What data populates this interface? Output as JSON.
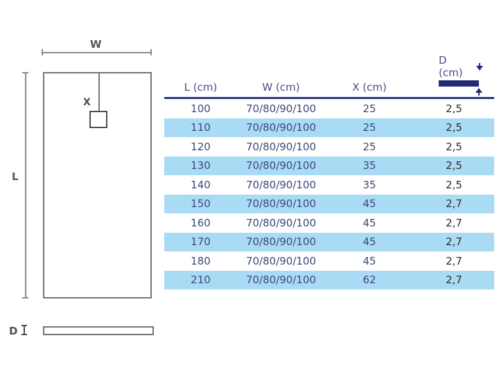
{
  "diagram": {
    "width_label": "W",
    "length_label": "L",
    "drain_offset_label": "X",
    "depth_label": "D"
  },
  "table": {
    "headers": {
      "l": "L (cm)",
      "w": "W (cm)",
      "x": "X (cm)",
      "d": "D (cm)"
    },
    "rows": [
      [
        "100",
        "70/80/90/100",
        "25",
        "2,5"
      ],
      [
        "110",
        "70/80/90/100",
        "25",
        "2,5"
      ],
      [
        "120",
        "70/80/90/100",
        "25",
        "2,5"
      ],
      [
        "130",
        "70/80/90/100",
        "35",
        "2,5"
      ],
      [
        "140",
        "70/80/90/100",
        "35",
        "2,5"
      ],
      [
        "150",
        "70/80/90/100",
        "45",
        "2,7"
      ],
      [
        "160",
        "70/80/90/100",
        "45",
        "2,7"
      ],
      [
        "170",
        "70/80/90/100",
        "45",
        "2,7"
      ],
      [
        "180",
        "70/80/90/100",
        "45",
        "2,7"
      ],
      [
        "210",
        "70/80/90/100",
        "62",
        "2,7"
      ]
    ],
    "colors": {
      "stripe": "#aadbf5",
      "header_text": "#475089",
      "header_rule": "#2b3780",
      "depth_bar": "#1f2b76",
      "value_text": "#3e477a",
      "depth_value_text": "#2c2c2e",
      "drawing_line": "#757575"
    },
    "icons": {
      "depth_down_arrow": "arrow-down",
      "depth_up_arrow": "arrow-up",
      "thickness_tick": "i-beam-dimension-tick"
    }
  }
}
